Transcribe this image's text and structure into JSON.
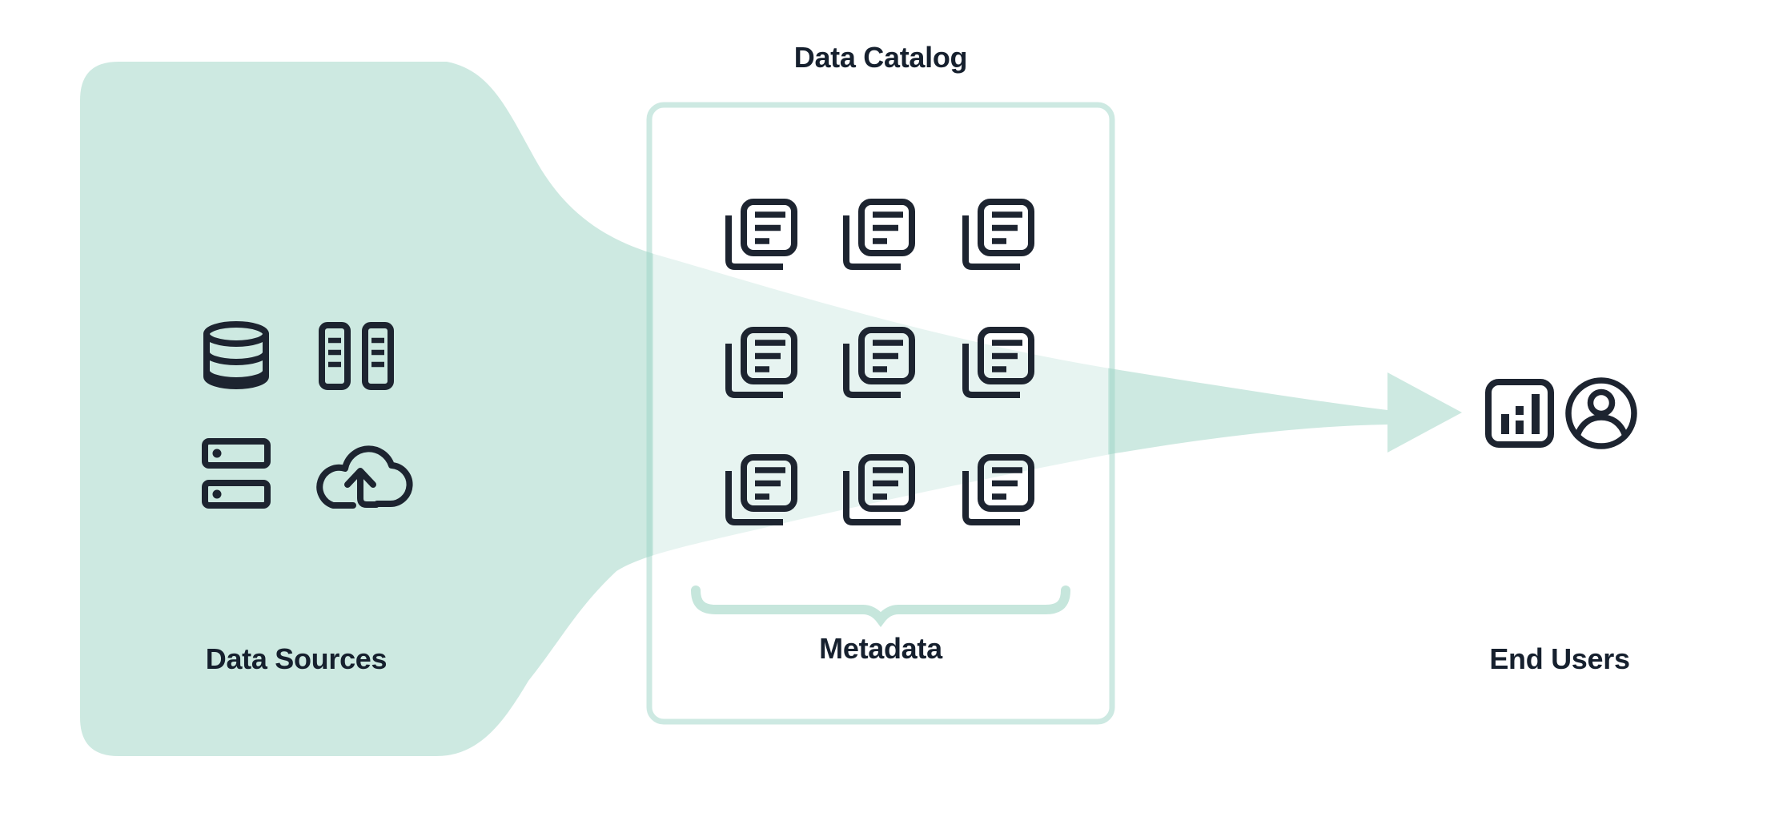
{
  "diagram": {
    "title": "Data Catalog",
    "data_sources": {
      "label": "Data Sources",
      "icons": [
        "database-icon",
        "server-rack-icon",
        "storage-drives-icon",
        "cloud-upload-icon"
      ]
    },
    "catalog": {
      "document_count": 9,
      "document_icon": "document-copies-icon",
      "metadata_label": "Metadata"
    },
    "end_users": {
      "label": "End Users",
      "icons": [
        "bar-chart-icon",
        "user-circle-icon"
      ]
    },
    "flow": {
      "type": "funnel-arrow",
      "direction": "left-to-right"
    }
  },
  "colors": {
    "background": "#ffffff",
    "mint": "#9bd3c3",
    "mint-solid": "#cde9e1",
    "box-border": "#cde9e2",
    "brace": "#c6e6dc",
    "ink": "#1d2430",
    "text": "#16202e"
  }
}
